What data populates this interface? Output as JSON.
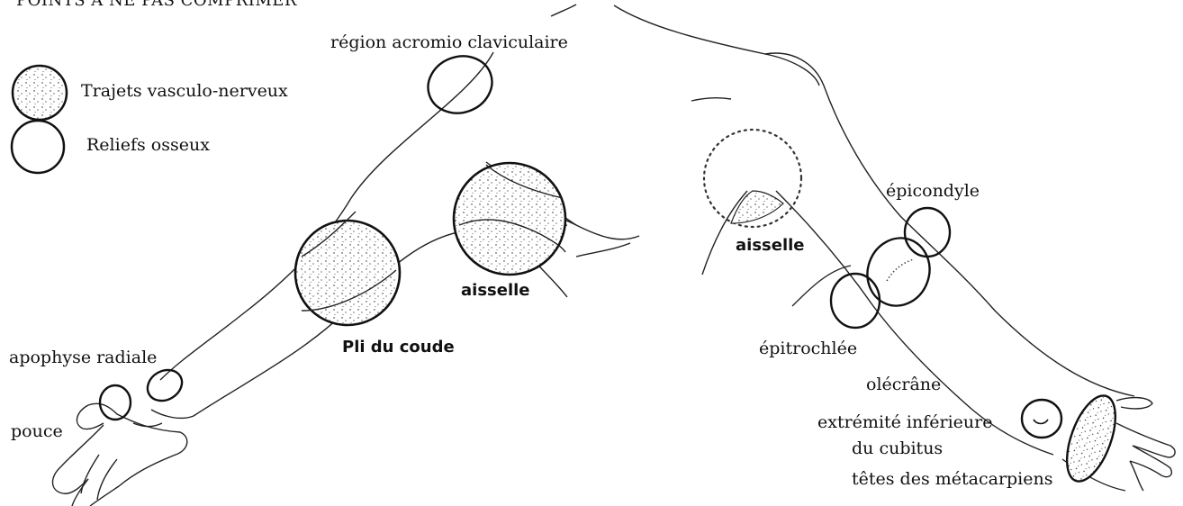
{
  "header": {
    "title": "POINTS A NE PAS COMPRIMER"
  },
  "legend": {
    "dotted_label": "Trajets vasculo-nerveux",
    "plain_label": "Reliefs osseux"
  },
  "labels": {
    "acromio": "région acromio claviculaire",
    "aisselle_left": "aisselle",
    "pli_du_coude": "Pli du coude",
    "apophyse_radiale": "apophyse radiale",
    "pouce": "pouce",
    "aisselle_right": "aisselle",
    "epicondyle": "épicondyle",
    "epitrochlee": "épitrochlée",
    "olecrane": "olécrâne",
    "extremite_line1": "extrémité inférieure",
    "extremite_line2": "du cubitus",
    "tetes_metacarpiens": "têtes des métacarpiens"
  }
}
